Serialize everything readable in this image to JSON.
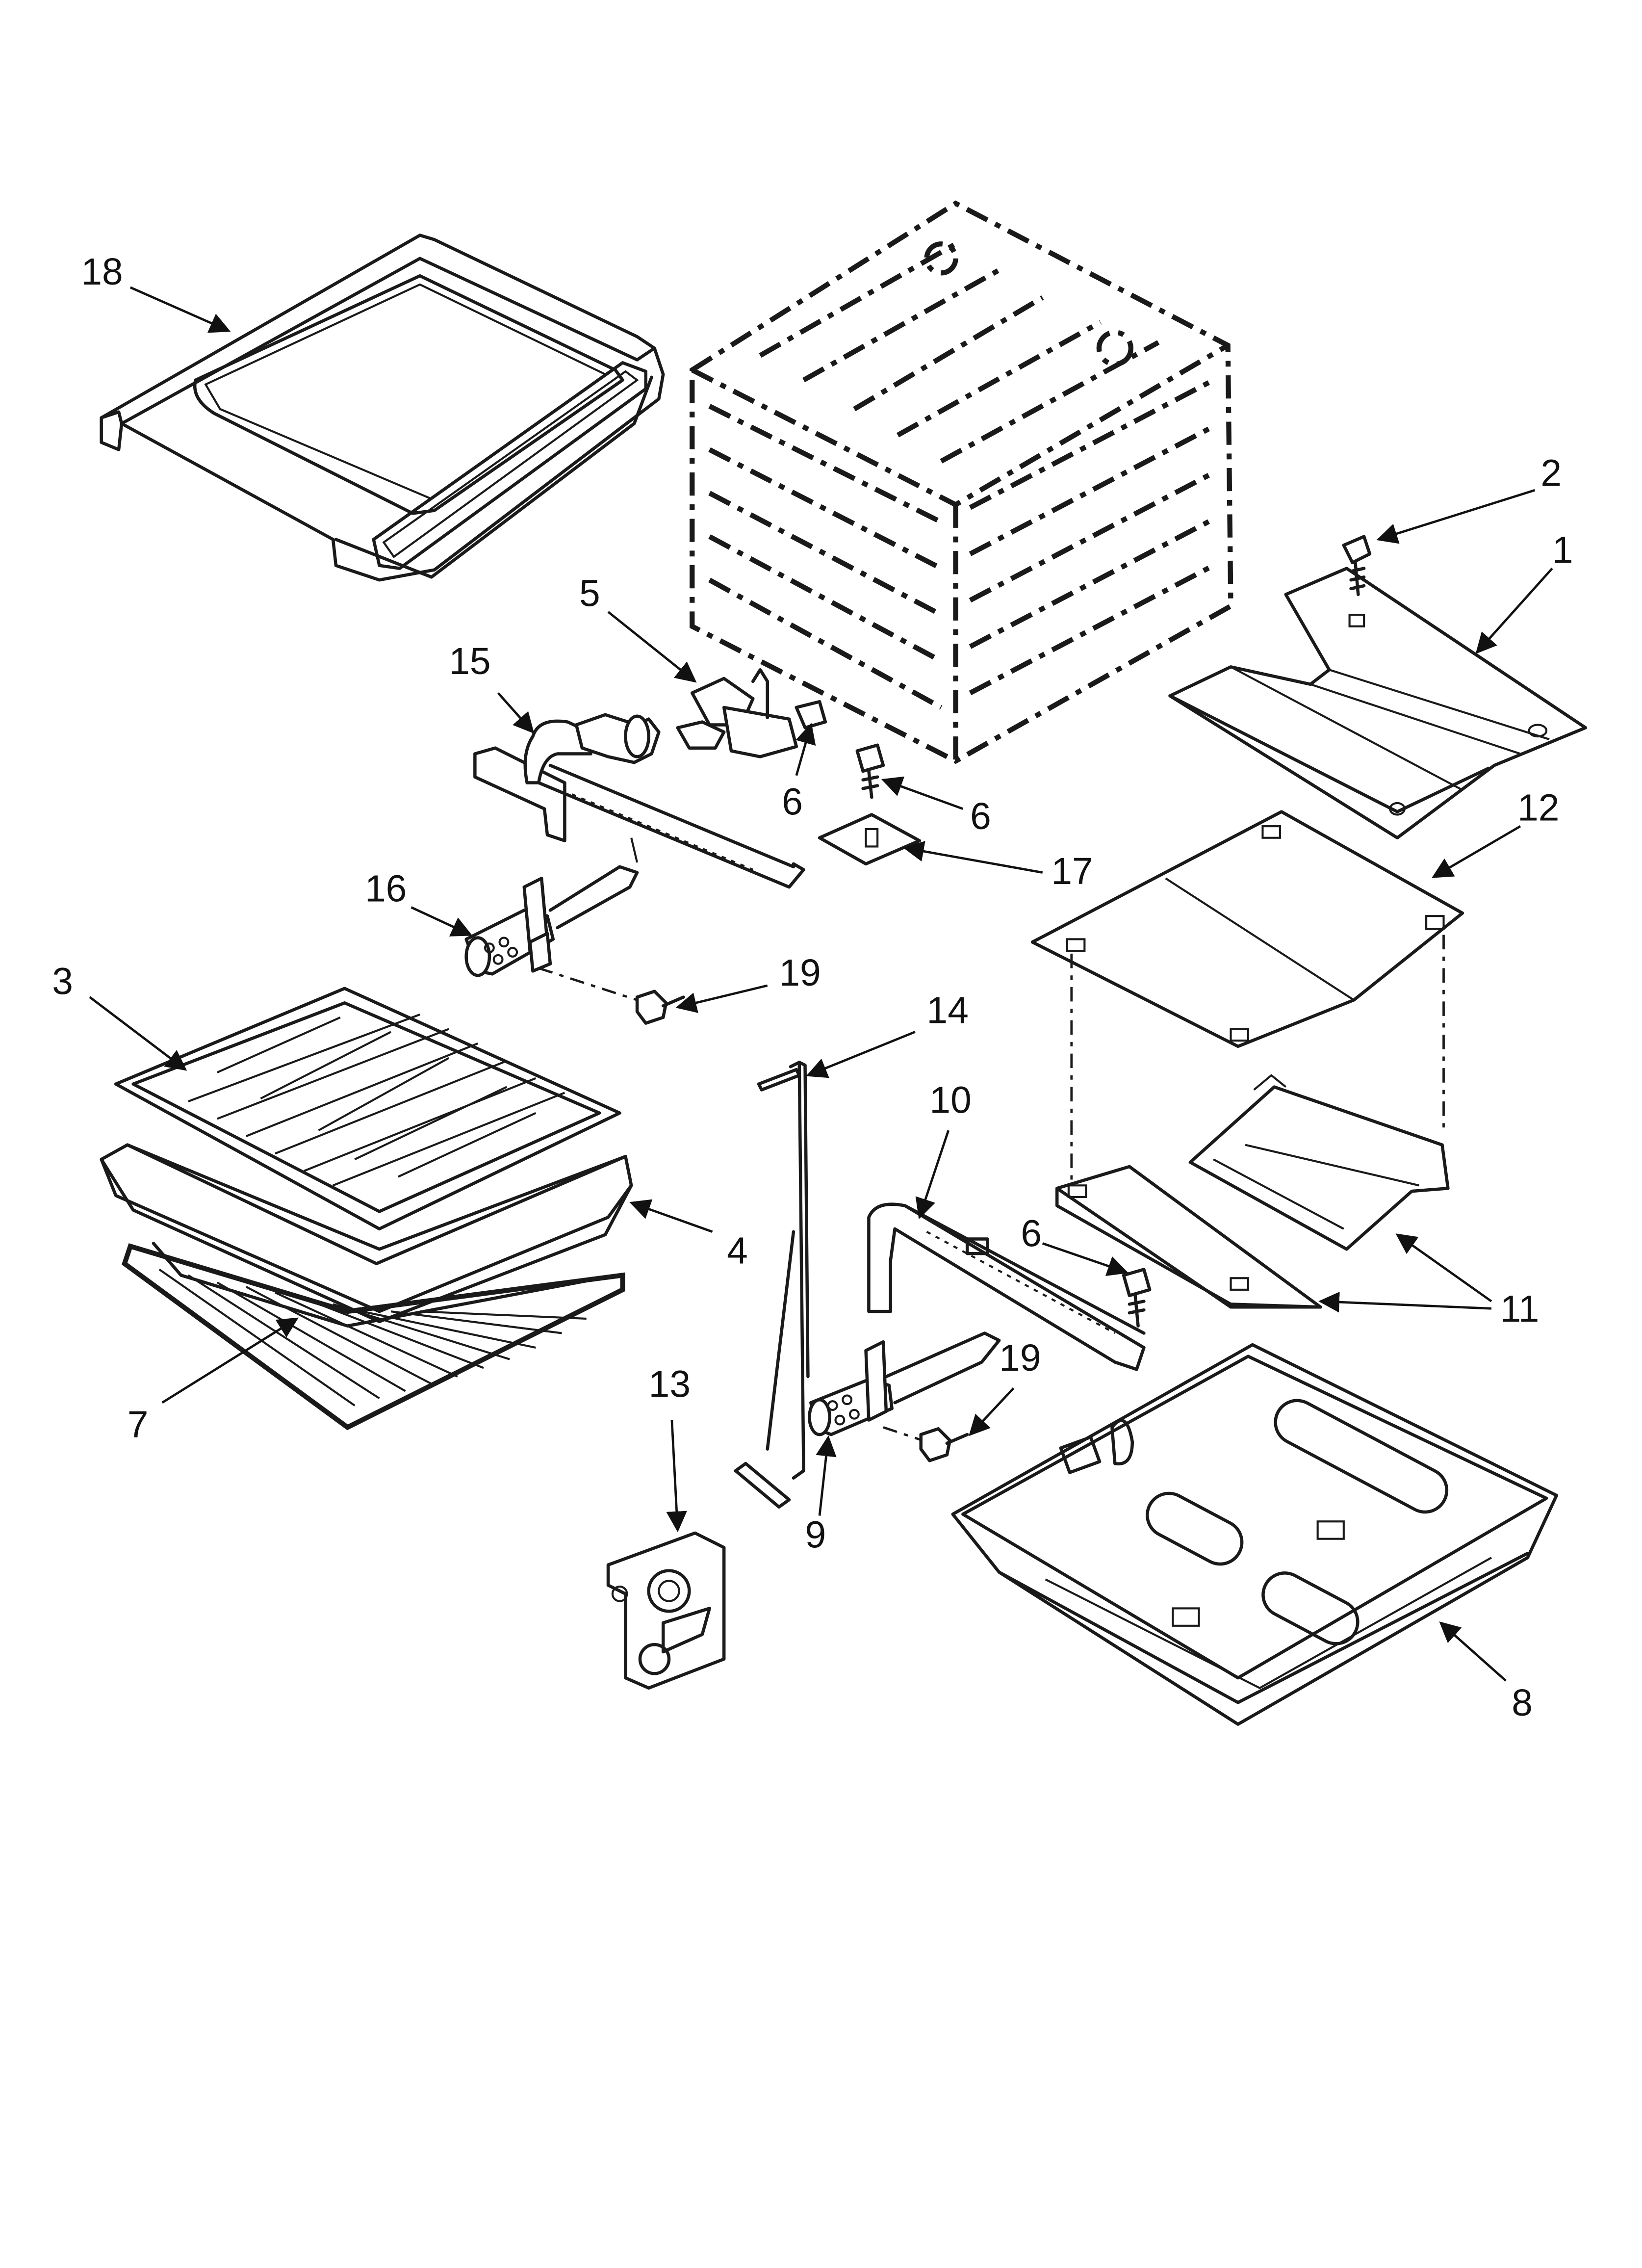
{
  "callouts": {
    "c1": "1",
    "c2": "2",
    "c3": "3",
    "c4": "4",
    "c5": "5",
    "c6a": "6",
    "c6b": "6",
    "c6c": "6",
    "c7": "7",
    "c8": "8",
    "c9": "9",
    "c10": "10",
    "c11": "11",
    "c12": "12",
    "c13": "13",
    "c14": "14",
    "c15": "15",
    "c16": "16",
    "c17": "17",
    "c18": "18",
    "c19a": "19",
    "c19b": "19"
  }
}
